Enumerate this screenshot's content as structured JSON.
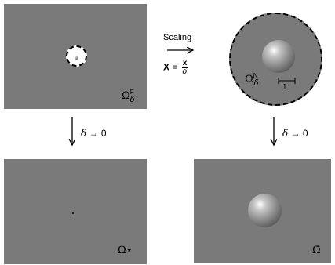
{
  "panels": {
    "top_left": {
      "label_base": "Ω",
      "label_sup": "F",
      "label_sub": "δ"
    },
    "top_right": {
      "label_base": "Ω",
      "label_sup": "N",
      "label_sub": "δ",
      "unit_label": "1"
    },
    "bottom_left": {
      "label": "Ω⋆"
    },
    "bottom_right": {
      "label": "Ω̂"
    }
  },
  "scaling": {
    "caption": "Scaling",
    "lhs": "X",
    "equals": "=",
    "numerator": "x",
    "denominator": "δ"
  },
  "limits": {
    "left": {
      "delta": "δ",
      "arrow": "→",
      "value": "0"
    },
    "right": {
      "delta": "δ",
      "arrow": "→",
      "value": "0"
    }
  },
  "colors": {
    "panel_fill": "#7a7a7a",
    "hole_fill": "#ffffff",
    "outline": "#000000"
  }
}
